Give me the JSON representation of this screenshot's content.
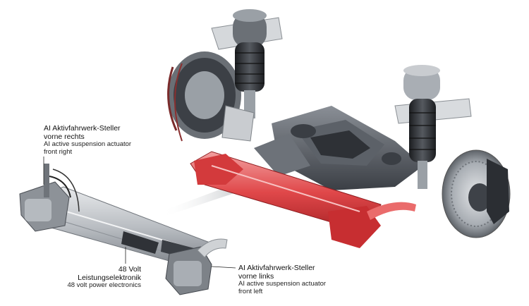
{
  "callouts": {
    "front_right": {
      "de_line1": "AI Aktivfahrwerk-Steller",
      "de_line2": "vorne rechts",
      "en_line1": "AI active suspension actuator",
      "en_line2": "front right"
    },
    "power_electronics": {
      "de_line1": "48 Volt",
      "de_line2": "Leistungselektronik",
      "en_line1": "48 volt power electronics"
    },
    "front_left": {
      "de_line1": "AI Aktivfahrwerk-Steller",
      "de_line2": "vorne links",
      "en_line1": "AI active suspension actuator",
      "en_line2": "front left"
    }
  },
  "colors": {
    "actuator_highlight": "#e0484a",
    "metal_light": "#c9ccd0",
    "metal_dark": "#4a4e54",
    "background": "#ffffff"
  }
}
